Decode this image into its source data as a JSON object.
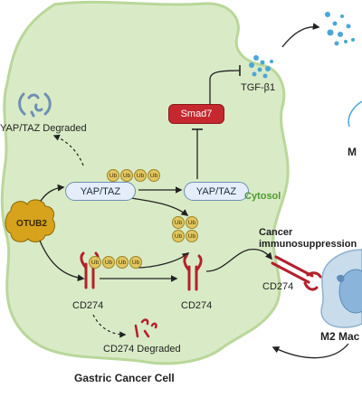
{
  "nodes": {
    "yap_degraded": "YAP/TAZ Degraded",
    "yap_left": "YAP/TAZ",
    "yap_right": "YAP/TAZ",
    "smad7": "Smad7",
    "tgf_beta1": "TGF-β1",
    "cytosol": "Cytosol",
    "otub2": "OTUB2",
    "cd274_left": "CD274",
    "cd274_mid": "CD274",
    "cd274_right": "CD274",
    "cd274_degraded": "CD274 Degraded",
    "cancer_immunosuppression_line1": "Cancer",
    "cancer_immunosuppression_line2": "immunosuppression",
    "m2_macrophage": "M2 Mac",
    "m_partial": "M",
    "gastric_cancer_cell": "Gastric Cancer Cell",
    "ub": "Ub"
  },
  "colors": {
    "cell_fill": "#d9ebc6",
    "cell_border": "#b9d79a",
    "yap_fill": "#e4edf9",
    "yap_border": "#6f8fb5",
    "ub_fill": "#e2c660",
    "smad_fill": "#c5282f",
    "cd274_red": "#b3202b",
    "tgf_blue": "#4aa6d8",
    "cytosol_green": "#4e9a2f"
  }
}
